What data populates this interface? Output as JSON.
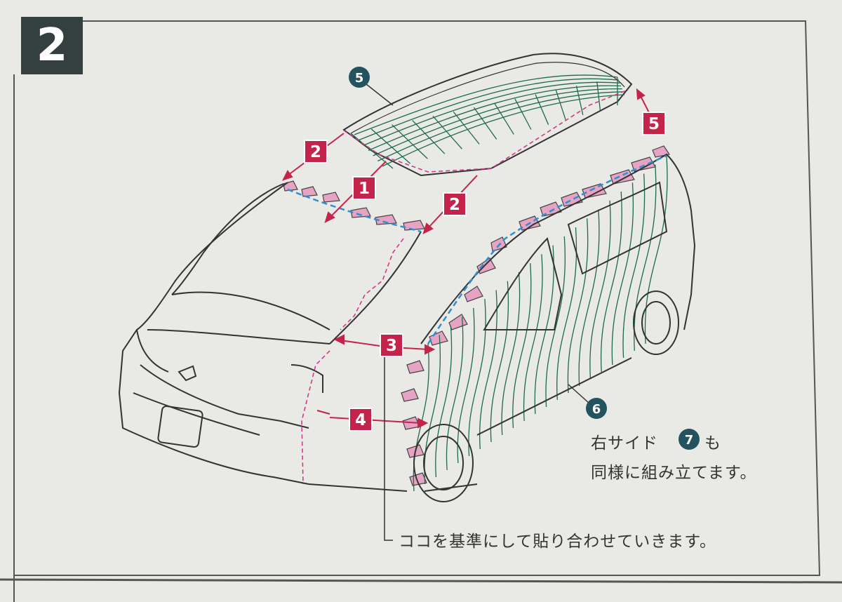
{
  "step_number": "2",
  "callouts": {
    "red": [
      "1",
      "2",
      "2",
      "3",
      "4",
      "5"
    ],
    "teal": [
      "5",
      "6",
      "7"
    ]
  },
  "notes": {
    "right_side_prefix": "右サイド",
    "right_side_suffix": "も",
    "assemble_same": "同様に組み立てます。",
    "reference": "ココを基準にして貼り合わせていきます。"
  },
  "colors": {
    "step_box": "#33403f",
    "red_callout": "#c4234a",
    "teal_callout": "#23535e",
    "glue_tab": "#e7a3c4",
    "guide_line": "#2f8fd0",
    "fold_line": "#d23a8a",
    "panel_line": "#1d6a4d"
  }
}
